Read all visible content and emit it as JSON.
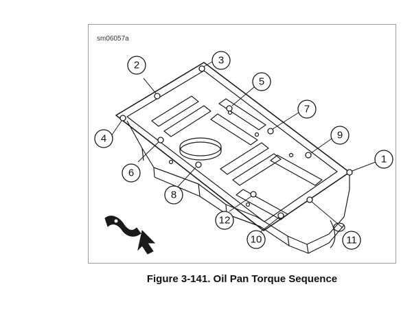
{
  "figure": {
    "id": "sm06057a",
    "caption": "Figure 3-141. Oil Pan Torque Sequence"
  },
  "callouts": [
    "1",
    "2",
    "3",
    "4",
    "5",
    "6",
    "7",
    "8",
    "9",
    "10",
    "11",
    "12"
  ],
  "colors": {
    "line": "#1a1a1a",
    "frame": "#9a9a9a",
    "background": "#ffffff"
  },
  "icons": [
    "oil-pan-illustration",
    "direction-arrow-icon"
  ]
}
